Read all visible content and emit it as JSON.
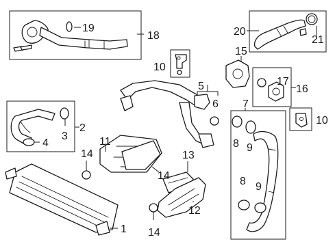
{
  "callouts": {
    "c1": "1",
    "c2": "2",
    "c3": "3",
    "c4": "4",
    "c5": "5",
    "c6": "6",
    "c7": "7",
    "c8a": "8",
    "c8b": "8",
    "c9a": "9",
    "c9b": "9",
    "c10a": "10",
    "c10b": "10",
    "c11": "11",
    "c12": "12",
    "c13": "13",
    "c14a": "14",
    "c14b": "14",
    "c14c": "14",
    "c15": "15",
    "c16": "16",
    "c17": "17",
    "c18": "18",
    "c19": "19",
    "c20": "20",
    "c21": "21"
  }
}
